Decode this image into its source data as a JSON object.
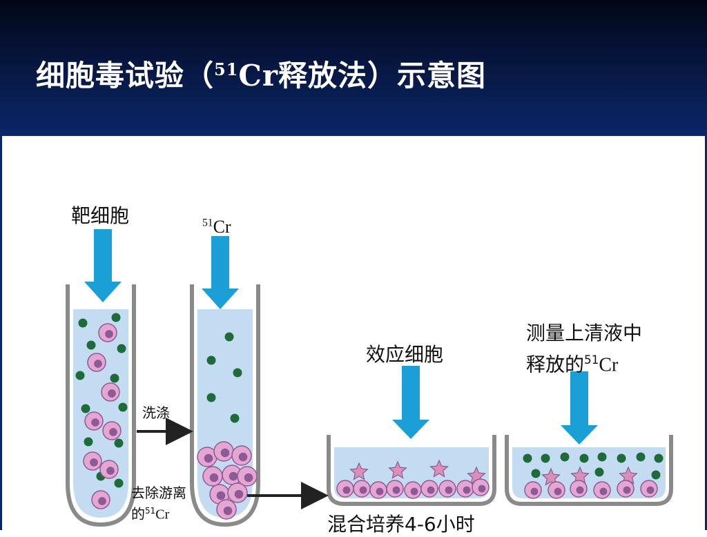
{
  "title": {
    "main": "细胞毒试验（",
    "sup": "51",
    "rest": "Cr释放法）示意图"
  },
  "labels": {
    "target_cells": "靶细胞",
    "cr_sup": "51",
    "cr_text": "Cr",
    "wash": "洗涤",
    "remove_free_pre": "去除游离",
    "remove_free_post": "的",
    "effector_cells": "效应细胞",
    "measure_line1": "测量上清液中",
    "measure_line2_pre": "释放的",
    "mix_culture": "混合培养4-6小时"
  },
  "colors": {
    "arrow_blue": "#1aa0d6",
    "liquid": "#c4dcf2",
    "tube_wall": "#8a8a8a",
    "dot_green": "#1e6b3a",
    "cell_pink": "#e6a6d2",
    "nucleus": "#8d5a96"
  }
}
